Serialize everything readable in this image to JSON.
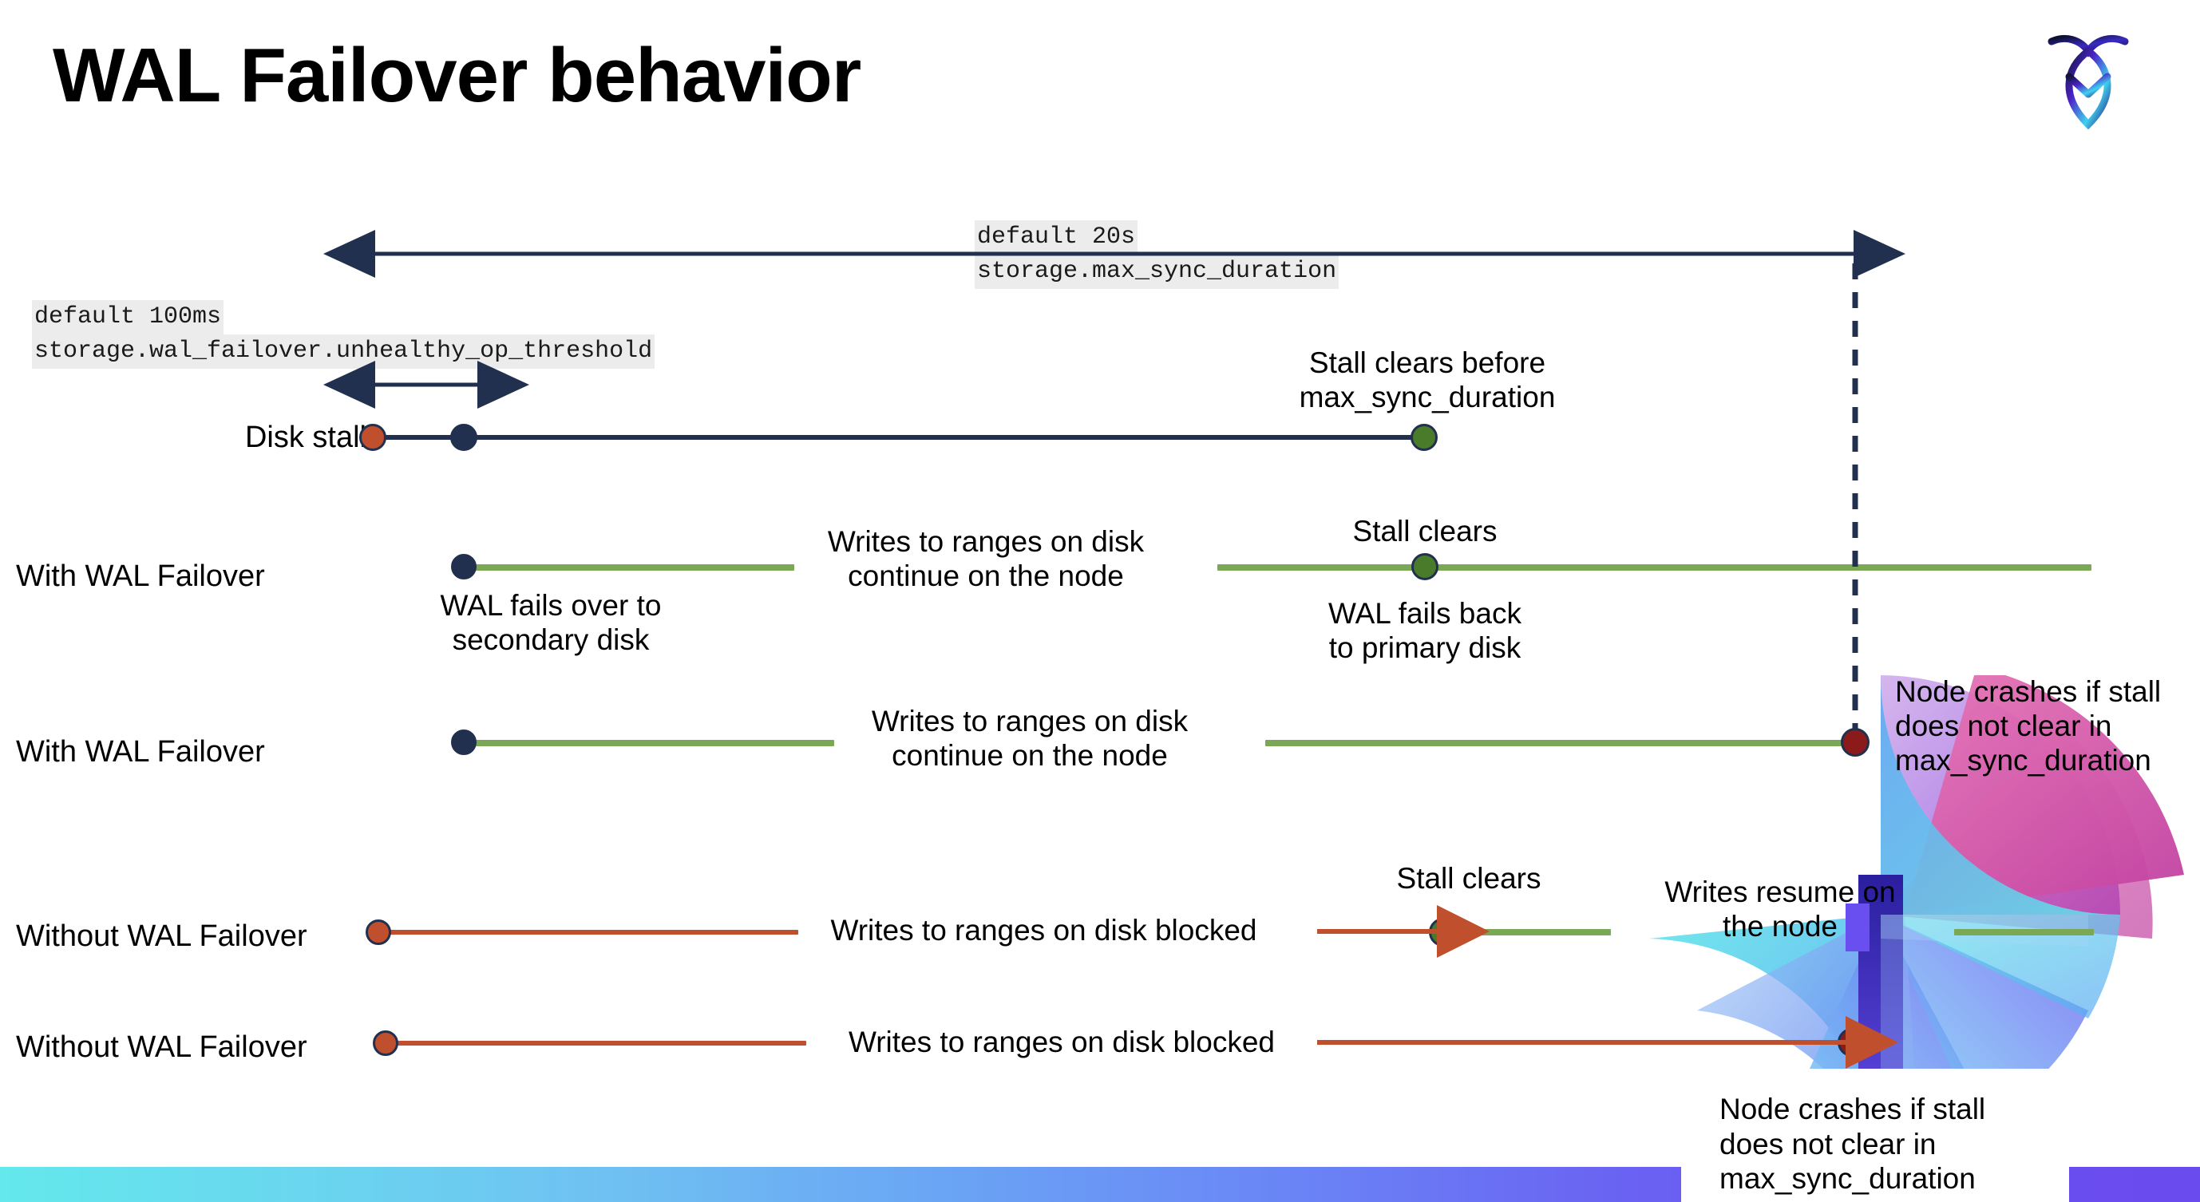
{
  "slide": {
    "title": "WAL Failover behavior",
    "logo_name": "cockroachdb-logo"
  },
  "settings": {
    "max_sync": {
      "default": "default 20s",
      "name": "storage.max_sync_duration"
    },
    "unhealthy_op": {
      "default": "default 100ms",
      "name": "storage.wal_failover.unhealthy_op_threshold"
    }
  },
  "rows": {
    "disk_stalls": {
      "label": "Disk stalls",
      "note_right": "Stall clears before\nmax_sync_duration"
    },
    "with_failover_clears": {
      "label": "With WAL Failover",
      "note_below_start": "WAL fails over to\nsecondary disk",
      "note_middle": "Writes to ranges on disk\ncontinue on the node",
      "note_above_clear": "Stall clears",
      "note_below_clear": "WAL fails  back\nto primary disk"
    },
    "with_failover_crash": {
      "label": "With WAL Failover",
      "note_middle": "Writes to ranges on disk\ncontinue on the node",
      "note_right": "Node crashes if stall\ndoes not clear in\nmax_sync_duration"
    },
    "without_failover_clears": {
      "label": "Without WAL Failover",
      "note_middle": "Writes to ranges on disk  blocked",
      "note_above_clear": "Stall clears",
      "note_resume": "Writes resume on\nthe node"
    },
    "without_failover_crash": {
      "label": "Without WAL Failover",
      "note_middle": "Writes to ranges on disk  blocked",
      "note_callout": "Node crashes if stall\ndoes not clear in\nmax_sync_duration"
    }
  },
  "colors": {
    "navy": "#22304f",
    "orange": "#c0502d",
    "green_line": "#7aa855",
    "green_dot": "#4a7b2a",
    "red_dot": "#8b1a1a",
    "code_bg": "#ececec"
  }
}
